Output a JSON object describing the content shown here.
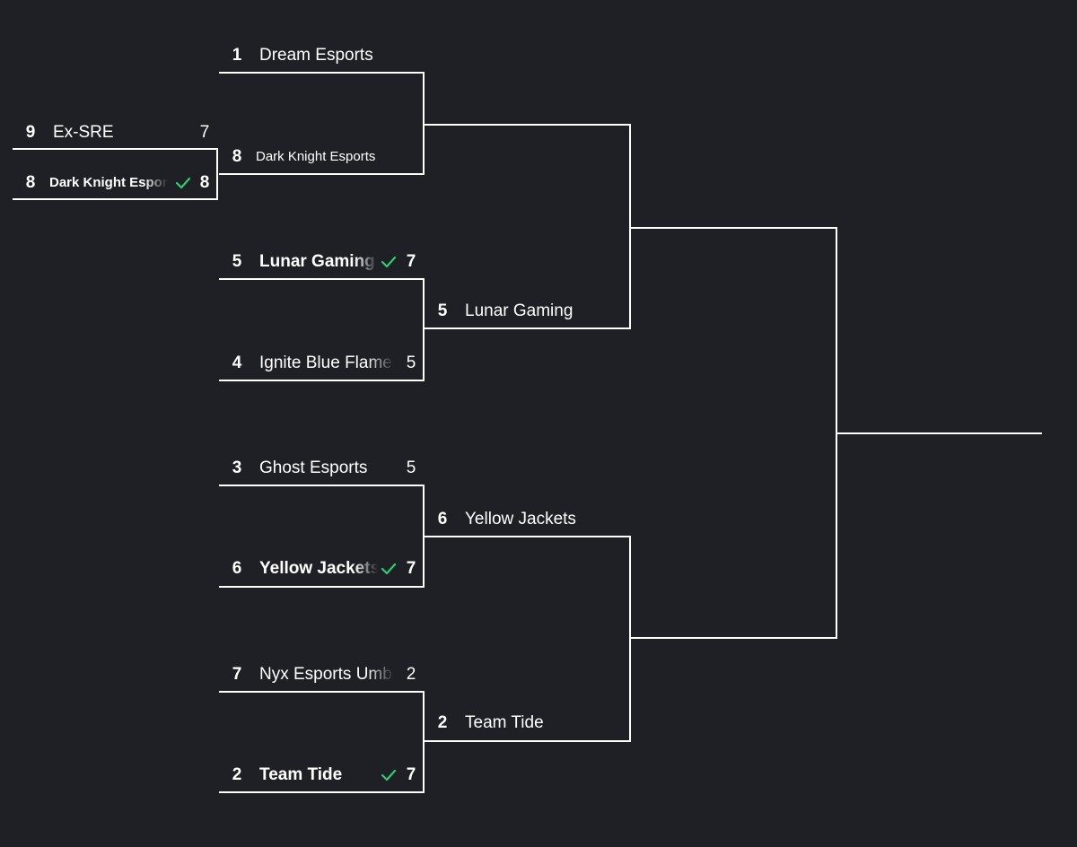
{
  "colors": {
    "background": "#1f2025",
    "line": "#ffffff",
    "text": "#ffffff",
    "check": "#2ecc71"
  },
  "bracket": {
    "play_in": {
      "top": {
        "seed": "9",
        "name": "Ex-SRE",
        "score": "7"
      },
      "bottom": {
        "seed": "8",
        "name": "Dark Knight Esports",
        "score": "8",
        "winner": true
      }
    },
    "quarterfinals": [
      {
        "top": {
          "seed": "1",
          "name": "Dream Esports"
        },
        "bottom": {
          "seed": "8",
          "name": "Dark Knight Esports"
        }
      },
      {
        "top": {
          "seed": "5",
          "name": "Lunar Gaming",
          "score": "7",
          "winner": true
        },
        "bottom": {
          "seed": "4",
          "name": "Ignite Blue Flame",
          "score": "5"
        }
      },
      {
        "top": {
          "seed": "3",
          "name": "Ghost Esports",
          "score": "5"
        },
        "bottom": {
          "seed": "6",
          "name": "Yellow Jackets",
          "score": "7",
          "winner": true
        }
      },
      {
        "top": {
          "seed": "7",
          "name": "Nyx Esports Umbra",
          "score": "2"
        },
        "bottom": {
          "seed": "2",
          "name": "Team Tide",
          "score": "7",
          "winner": true
        }
      }
    ],
    "semifinals": [
      {
        "bottom": {
          "seed": "5",
          "name": "Lunar Gaming"
        }
      },
      {
        "top": {
          "seed": "6",
          "name": "Yellow Jackets"
        },
        "bottom": {
          "seed": "2",
          "name": "Team Tide"
        }
      }
    ]
  }
}
